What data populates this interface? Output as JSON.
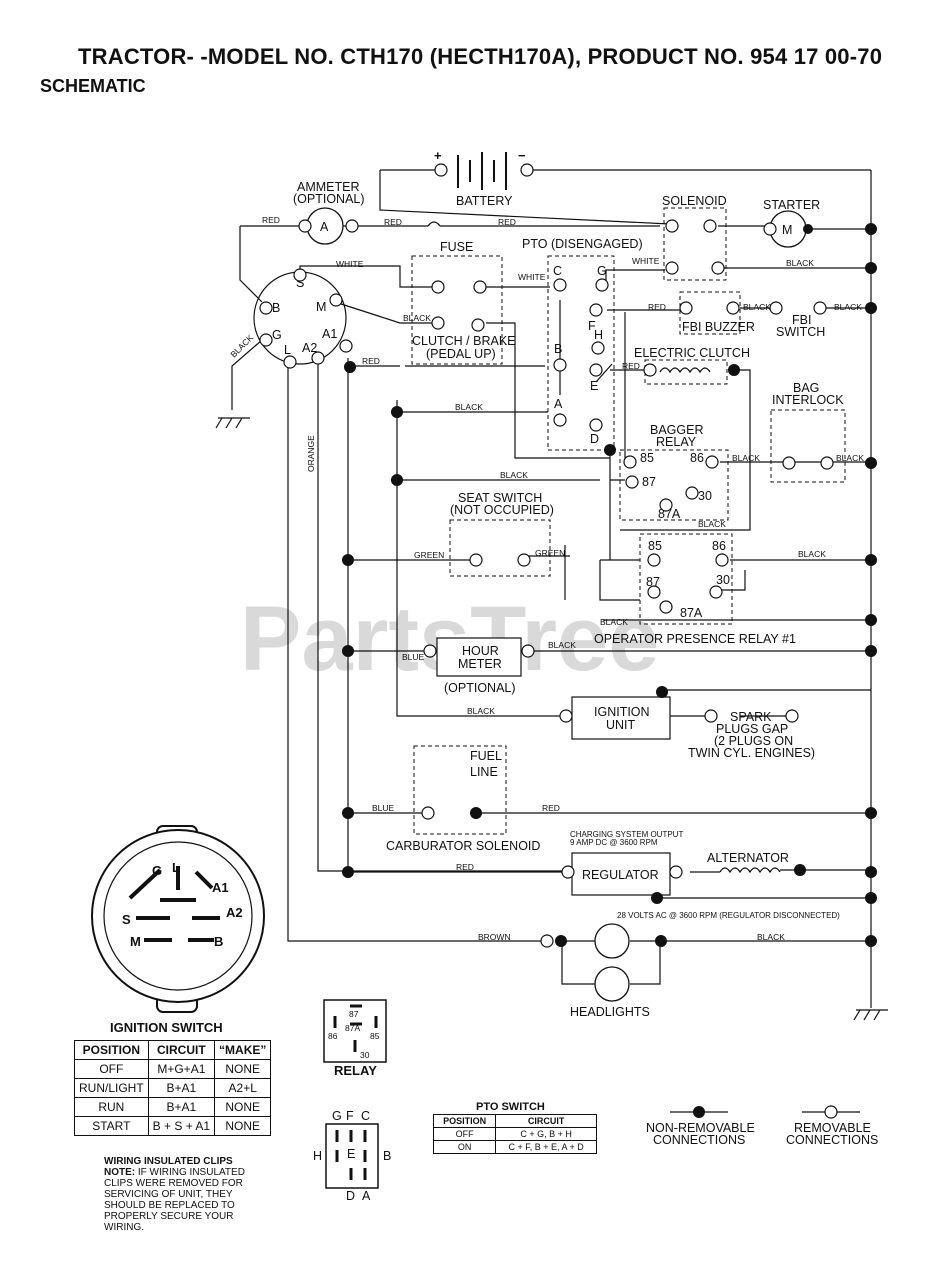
{
  "header": {
    "title": "TRACTOR- -MODEL NO. CTH170 (HECTH170A), PRODUCT NO. 954 17 00-70",
    "subtitle": "SCHEMATIC"
  },
  "watermark": "PartsTree",
  "components": {
    "battery": "BATTERY",
    "plus": "+",
    "minus": "−",
    "ammeter_1": "AMMETER",
    "ammeter_2": "(OPTIONAL)",
    "ammeter_letter": "A",
    "fuse": "FUSE",
    "solenoid": "SOLENOID",
    "starter": "STARTER",
    "starter_letter": "M",
    "pto": "PTO (DISENGAGED)",
    "fbi_buzzer": "FBI BUZZER",
    "fbi_switch_1": "FBI",
    "fbi_switch_2": "SWITCH",
    "clutch_1": "CLUTCH / BRAKE",
    "clutch_2": "(PEDAL UP)",
    "electric_clutch": "ELECTRIC CLUTCH",
    "bag_interlock_1": "BAG",
    "bag_interlock_2": "INTERLOCK",
    "bagger_relay_1": "BAGGER",
    "bagger_relay_2": "RELAY",
    "seat_switch_1": "SEAT SWITCH",
    "seat_switch_2": "(NOT OCCUPIED)",
    "operator_relay": "OPERATOR PRESENCE RELAY #1",
    "hour_meter_1": "HOUR",
    "hour_meter_2": "METER",
    "hour_meter_3": "(OPTIONAL)",
    "ignition_unit_1": "IGNITION",
    "ignition_unit_2": "UNIT",
    "spark_1": "SPARK",
    "spark_2": "PLUGS GAP",
    "spark_3": "(2 PLUGS ON",
    "spark_4": "TWIN CYL. ENGINES)",
    "fuel_line_1": "FUEL",
    "fuel_line_2": "LINE",
    "carb_solenoid": "CARBURATOR SOLENOID",
    "charging_1": "CHARGING SYSTEM OUTPUT",
    "charging_2": "9 AMP DC @ 3600 RPM",
    "regulator": "REGULATOR",
    "alternator": "ALTERNATOR",
    "ac_note": "28 VOLTS AC @ 3600 RPM (REGULATOR DISCONNECTED)",
    "headlights": "HEADLIGHTS",
    "relay": "RELAY",
    "non_removable_1": "NON-REMOVABLE",
    "non_removable_2": "CONNECTIONS",
    "removable_1": "REMOVABLE",
    "removable_2": "CONNECTIONS"
  },
  "terminals": {
    "B": "B",
    "S": "S",
    "M": "M",
    "G": "G",
    "L": "L",
    "A2": "A2",
    "A1": "A1",
    "C": "C",
    "H": "H",
    "F": "F",
    "E": "E",
    "A": "A",
    "D": "D",
    "t85": "85",
    "t86": "86",
    "t87": "87",
    "t30": "30",
    "t87A": "87A"
  },
  "wires": {
    "red": "RED",
    "white": "WHITE",
    "black": "BLACK",
    "green": "GREEN",
    "blue": "BLUE",
    "orange": "ORANGE",
    "brown": "BROWN"
  },
  "ignition_switch": {
    "title": "IGNITION SWITCH",
    "labels": {
      "G": "G",
      "L": "L",
      "A1": "A1",
      "S": "S",
      "A2": "A2",
      "M": "M",
      "B": "B"
    },
    "headers": [
      "POSITION",
      "CIRCUIT",
      "“MAKE”"
    ],
    "rows": [
      [
        "OFF",
        "M+G+A1",
        "NONE"
      ],
      [
        "RUN/LIGHT",
        "B+A1",
        "A2+L"
      ],
      [
        "RUN",
        "B+A1",
        "NONE"
      ],
      [
        "START",
        "B + S + A1",
        "NONE"
      ]
    ]
  },
  "pto_switch": {
    "title": "PTO SWITCH",
    "headers": [
      "POSITION",
      "CIRCUIT"
    ],
    "rows": [
      [
        "OFF",
        "C + G, B + H"
      ],
      [
        "ON",
        "C + F, B + E, A + D"
      ]
    ]
  },
  "pto_connector": {
    "G": "G",
    "F": "F",
    "C": "C",
    "H": "H",
    "E": "E",
    "B": "B",
    "D": "D",
    "A": "A"
  },
  "wiring_note": {
    "title": "WIRING INSULATED CLIPS",
    "note_label": "NOTE:",
    "body": "IF WIRING INSULATED CLIPS WERE REMOVED FOR SERVICING OF UNIT, THEY SHOULD BE REPLACED TO PROPERLY SECURE YOUR WIRING."
  }
}
